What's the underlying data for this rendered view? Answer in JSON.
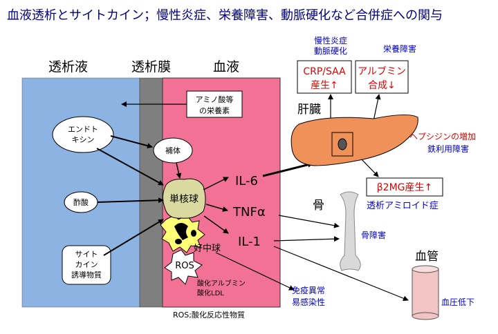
{
  "title": "血液透析とサイトカイン；慢性炎症、栄養障害、動脈硬化など合併症への関与",
  "columns": {
    "dialysate": "透析液",
    "membrane": "透析膜",
    "blood": "血液"
  },
  "blood_items": {
    "nutrients": [
      "アミノ酸等",
      "の栄養素"
    ],
    "complement": "補体",
    "monocyte": "単核球",
    "neutrophil": "好中球",
    "ros": "ROS",
    "oxidized": [
      "酸化アルブミン",
      "酸化LDL"
    ]
  },
  "dialysate_items": {
    "endotoxin": [
      "エンドト",
      "キシン"
    ],
    "acetate": "酢酸",
    "inducer": [
      "サイト",
      "カイン",
      "誘導物質"
    ]
  },
  "cytokines": [
    "IL-6",
    "TNFα",
    "IL-1"
  ],
  "liver": {
    "label": "肝臓",
    "crp_header": [
      "慢性炎症",
      "動脈硬化"
    ],
    "crp_box": [
      "CRP/SAA",
      "産生↑"
    ],
    "albumin_header": "栄養障害",
    "albumin_box": [
      "アルブミン",
      "合成↓"
    ],
    "hepcidin": "ヘプシジンの増加",
    "iron": "鉄利用障害",
    "b2mg": "β2MG産生↑",
    "amyloid": "透析アミロイド症"
  },
  "bone": {
    "label": "骨",
    "effect": "骨障害"
  },
  "vessel": {
    "label": "血管",
    "effect": "血圧低下"
  },
  "immune": [
    "免疫異常",
    "易感染性"
  ],
  "footnote": "ROS;酸化反応性物質",
  "colors": {
    "title": "#000080",
    "dialysate": "#8db3e2",
    "membrane": "#7f7f7f",
    "blood": "#f27296",
    "liver": "#f0915a",
    "red": "#e00000",
    "blue": "#0000cc"
  }
}
